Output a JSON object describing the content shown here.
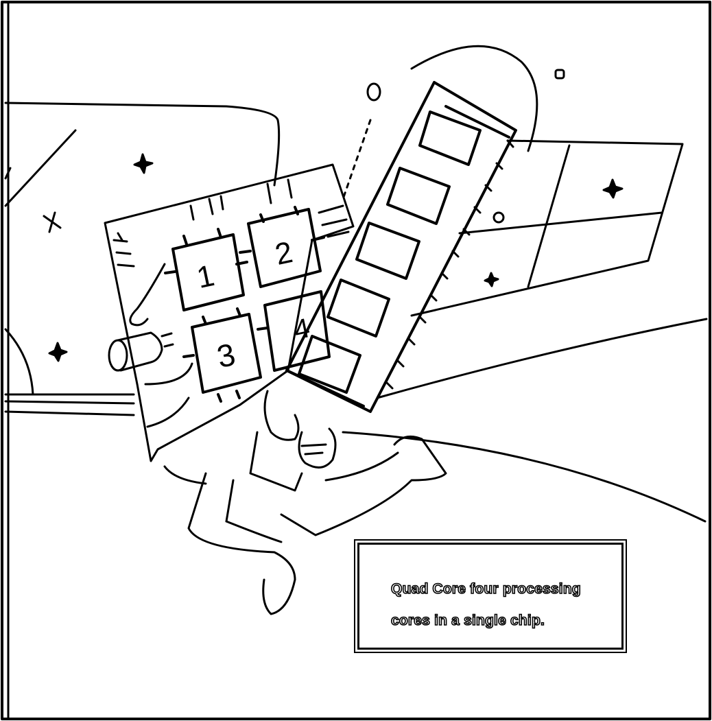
{
  "caption": {
    "text": "Quad Core four processing cores in a single chip."
  },
  "chips": {
    "c1": "1",
    "c2": "2",
    "c3": "3",
    "c4": "4"
  },
  "colors": {
    "ink": "#000000",
    "paper": "#ffffff"
  }
}
